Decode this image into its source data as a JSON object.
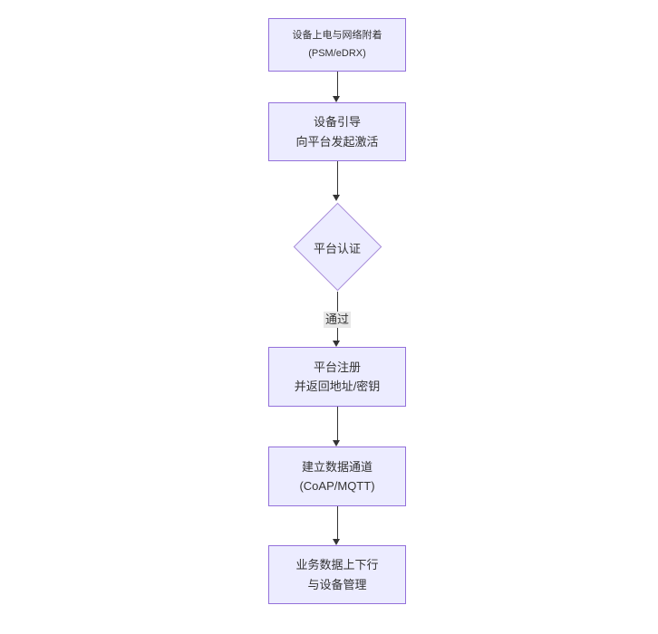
{
  "diagram": {
    "type": "flowchart",
    "direction": "top-down",
    "colors": {
      "background": "#FFFFFF",
      "node_fill": "#ECECFF",
      "node_border": "#9370DB",
      "diamond_border": "#A88BD8",
      "edge": "#333333",
      "edge_label_bg": "#E8E8E8",
      "text": "#333333"
    }
  },
  "nodes": {
    "power_attach": {
      "line1": "设备上电与网络附着",
      "line2": "(PSM/eDRX)"
    },
    "bootstrap": {
      "line1": "设备引导",
      "line2": "向平台发起激活"
    },
    "platform_auth": {
      "label": "平台认证",
      "shape": "diamond"
    },
    "register": {
      "line1": "平台注册",
      "line2": "并返回地址/密钥"
    },
    "data_channel": {
      "line1": "建立数据通道",
      "line2": "(CoAP/MQTT)"
    },
    "business": {
      "line1": "业务数据上下行",
      "line2": "与设备管理"
    }
  },
  "edges": [
    {
      "from": "power_attach",
      "to": "bootstrap",
      "label": ""
    },
    {
      "from": "bootstrap",
      "to": "platform_auth",
      "label": ""
    },
    {
      "from": "platform_auth",
      "to": "register",
      "label": "通过"
    },
    {
      "from": "register",
      "to": "data_channel",
      "label": ""
    },
    {
      "from": "data_channel",
      "to": "business",
      "label": ""
    }
  ]
}
